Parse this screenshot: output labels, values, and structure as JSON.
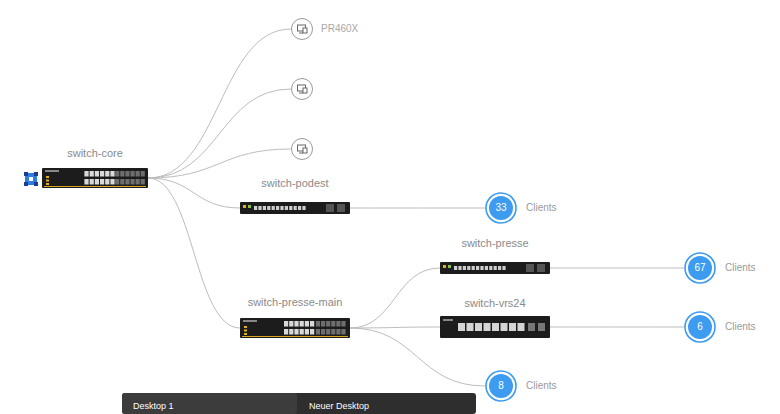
{
  "diagram": {
    "nodes": [
      {
        "text": [
          "switch-core"
        ]
      },
      {
        "text": [
          "PR460X"
        ]
      },
      {
        "text": []
      },
      {
        "text": []
      },
      {
        "text": [
          "switch-podest"
        ]
      },
      {
        "text": [
          "33",
          "Clients"
        ]
      },
      {
        "text": [
          "switch-presse"
        ]
      },
      {
        "text": [
          "67",
          "Clients"
        ]
      },
      {
        "text": [
          "switch-presse-main"
        ]
      },
      {
        "text": [
          "switch-vrs24"
        ]
      },
      {
        "text": [
          "6",
          "Clients"
        ]
      },
      {
        "text": [
          "8",
          "Clients"
        ]
      }
    ],
    "edges": [
      {
        "from": 0,
        "to": 1,
        "arrow": "none"
      },
      {
        "from": 0,
        "to": 2,
        "arrow": "none"
      },
      {
        "from": 0,
        "to": 3,
        "arrow": "none"
      },
      {
        "from": 0,
        "to": 4,
        "arrow": "none"
      },
      {
        "from": 0,
        "to": 8,
        "arrow": "none"
      },
      {
        "from": 4,
        "to": 5,
        "arrow": "none"
      },
      {
        "from": 8,
        "to": 6,
        "arrow": "none"
      },
      {
        "from": 8,
        "to": 9,
        "arrow": "none"
      },
      {
        "from": 8,
        "to": 11,
        "arrow": "none"
      },
      {
        "from": 6,
        "to": 7,
        "arrow": "none"
      },
      {
        "from": 9,
        "to": 10,
        "arrow": "none"
      }
    ],
    "labels": [
      "Desktop 1",
      "Neuer Desktop"
    ]
  }
}
